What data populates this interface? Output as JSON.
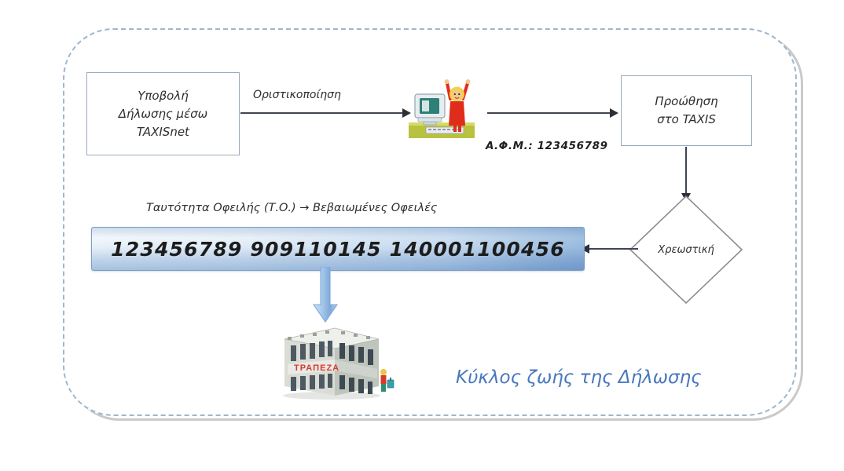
{
  "diagram": {
    "title_caption": "Κύκλος ζωής της Δήλωσης",
    "boxes": [
      {
        "id": "submit",
        "lines": [
          "Υποβολή",
          "Δήλωσης μέσω",
          "TAXISnet"
        ]
      },
      {
        "id": "taxis",
        "lines": [
          "Προώθηση",
          "στο TAXIS"
        ]
      }
    ],
    "connector_labels": {
      "finalize": "Οριστικοποίηση"
    },
    "decision": {
      "label": "Χρεωστική"
    },
    "afm": {
      "label": "Α.Φ.Μ.:",
      "value": "123456789",
      "full": "Α.Φ.Μ.:  123456789"
    },
    "data_bar": {
      "caption": "Ταυτότητα Οφειλής (Τ.Ο.) → Βεβαιωμένες Οφειλές",
      "numbers": "123456789  909110145  140001100456",
      "parts": [
        "123456789",
        "909110145",
        "140001100456"
      ]
    },
    "building": {
      "sign_text": "ΤΡΑΠΕΖΑ"
    },
    "colors": {
      "border_dashed": "#9fb6cf",
      "shadow": "#c9c9c9",
      "box_border": "#9aa9bd",
      "connector": "#2c2f38",
      "bar_border": "#7b9ec4",
      "caption_blue": "#4878bd",
      "block_arrow": "#7aa9dd"
    }
  }
}
